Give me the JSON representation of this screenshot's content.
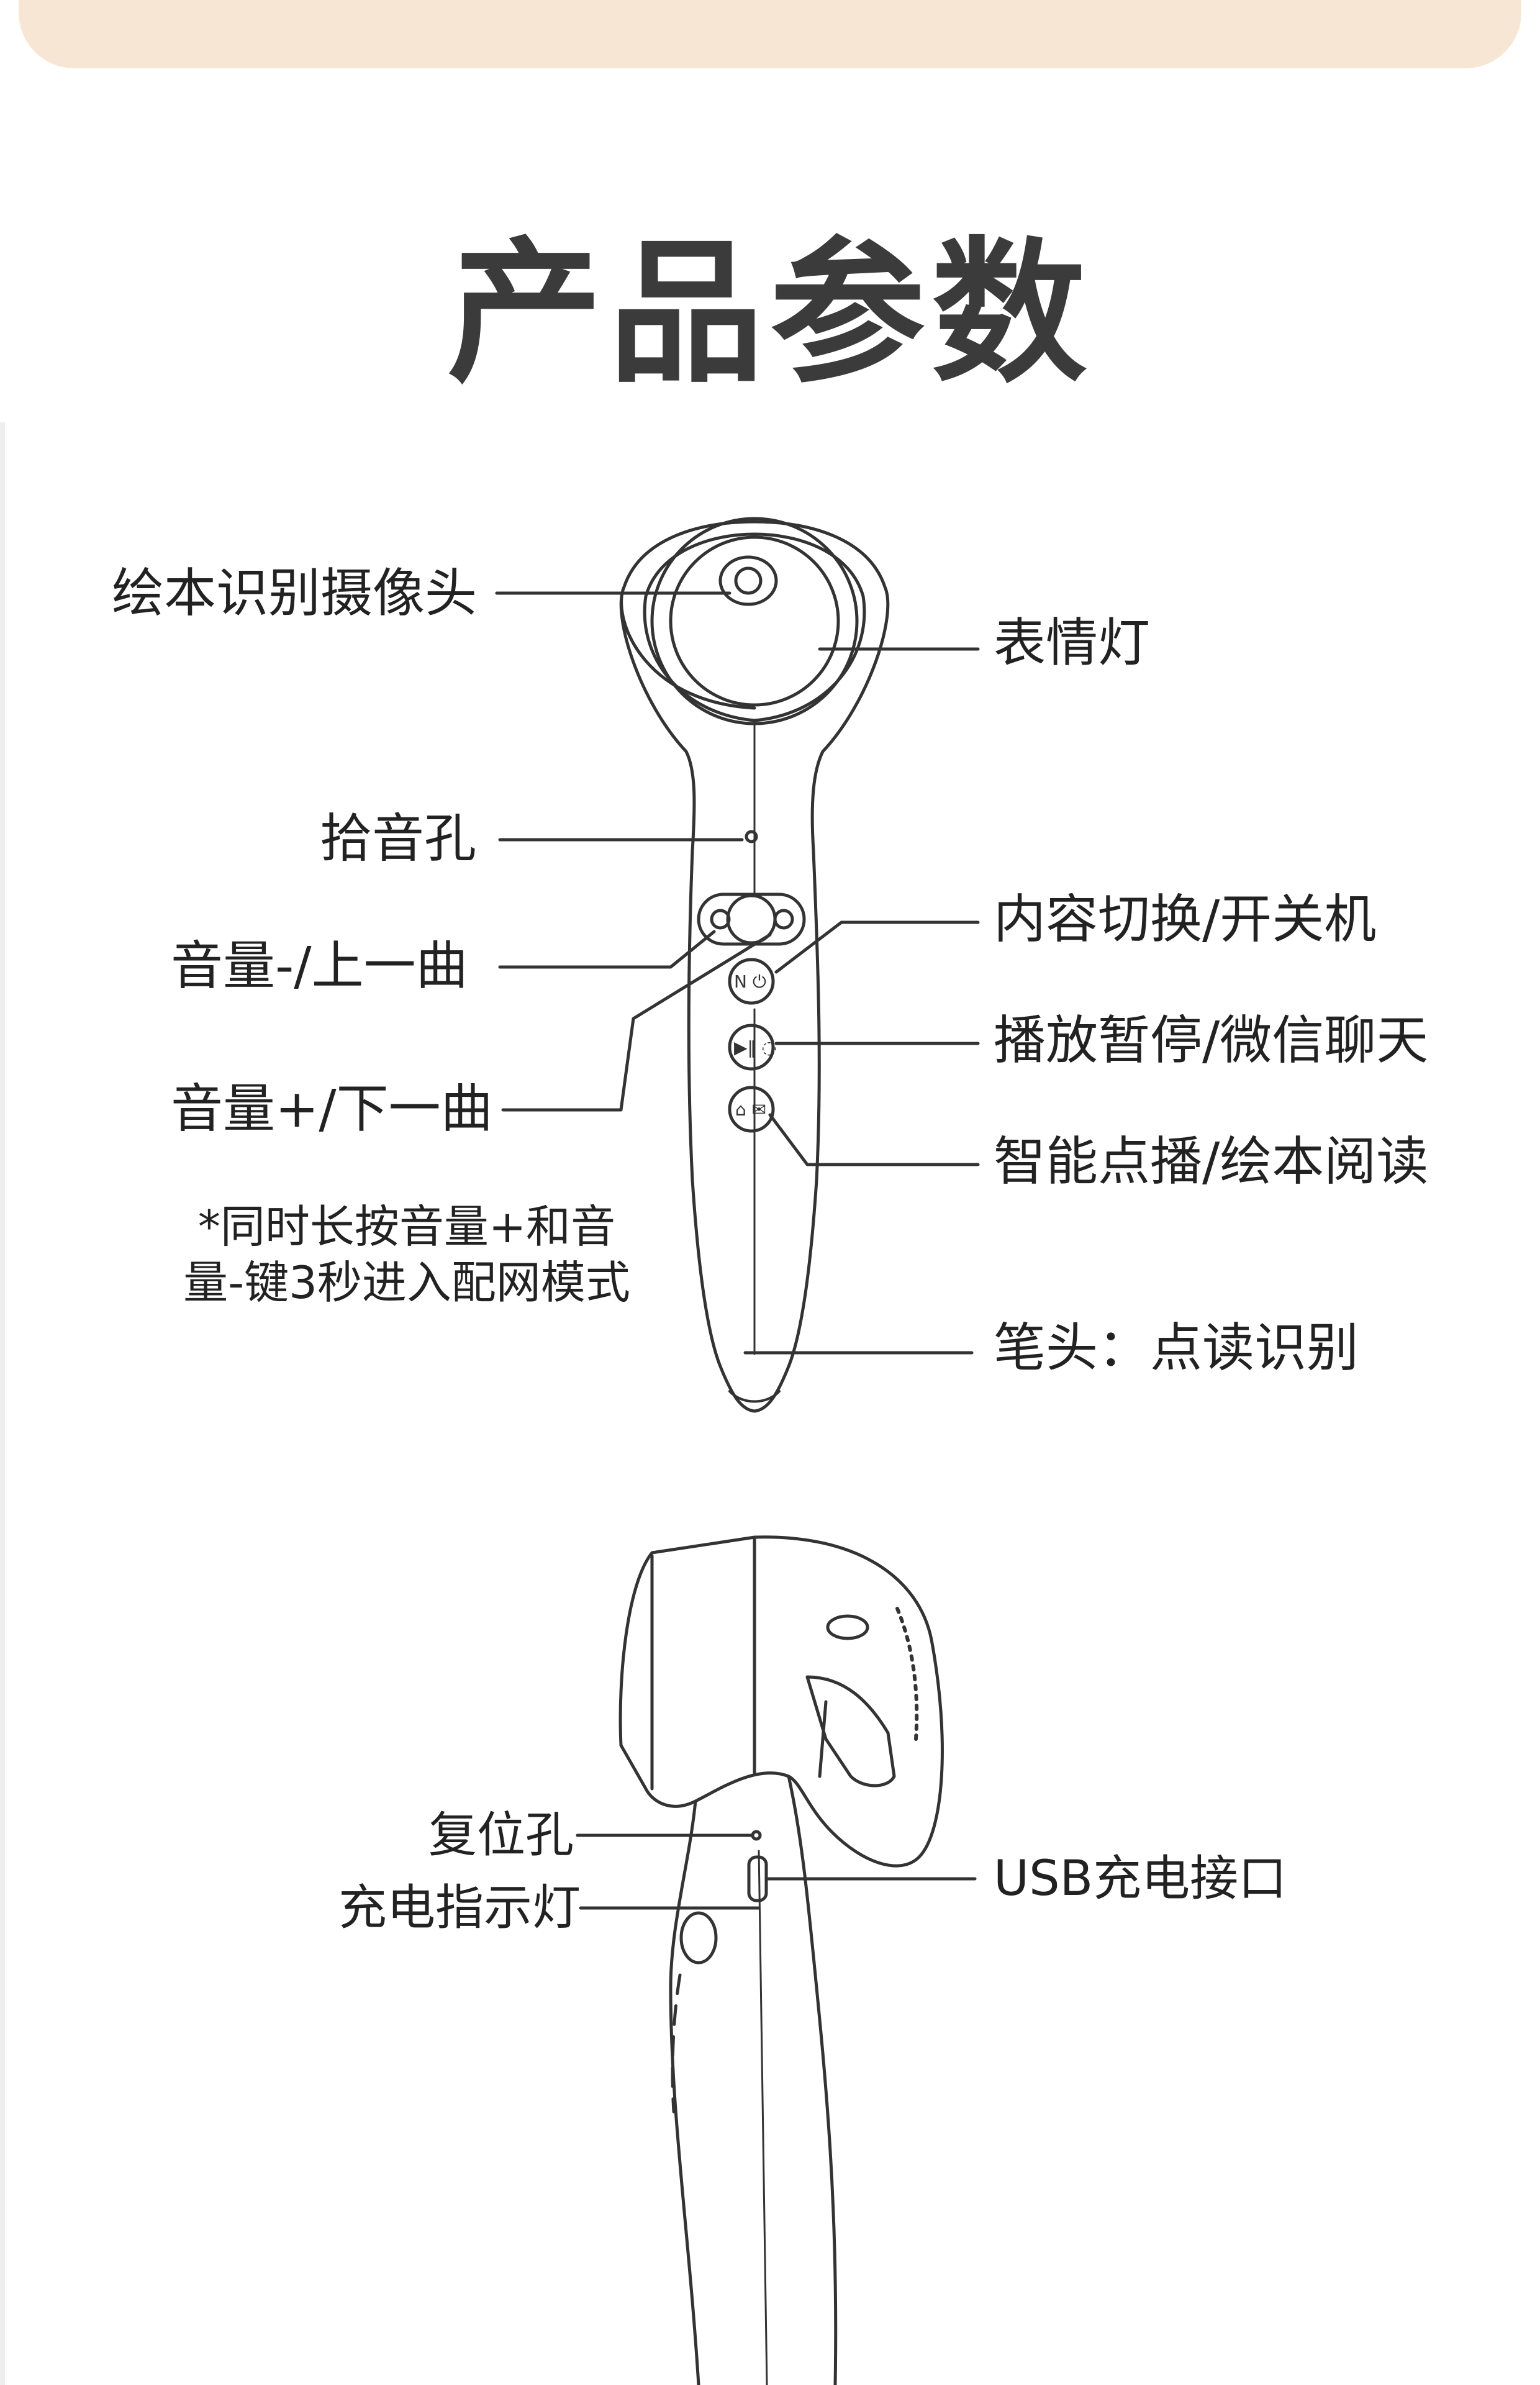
{
  "title": "产品参数",
  "front_view": {
    "labels": {
      "camera": "绘本识别摄像头",
      "expression_light": "表情灯",
      "mic_hole": "拾音孔",
      "content_switch": "内容切换/开关机",
      "volume_down": "音量-/上一曲",
      "play_pause": "播放暂停/微信聊天",
      "volume_up": "音量+/下一曲",
      "smart_play": "智能点播/绘本阅读",
      "pen_tip": "笔头：点读识别"
    },
    "note": {
      "line1": "*同时长按音量+和音",
      "line2": "量-键3秒进入配网模式"
    }
  },
  "side_view": {
    "labels": {
      "reset_hole": "复位孔",
      "usb_port": "USB充电接口",
      "charge_indicator": "充电指示灯"
    }
  },
  "colors": {
    "banner": "#f7e6d3",
    "title": "#3b3b3b",
    "line": "#333333"
  }
}
